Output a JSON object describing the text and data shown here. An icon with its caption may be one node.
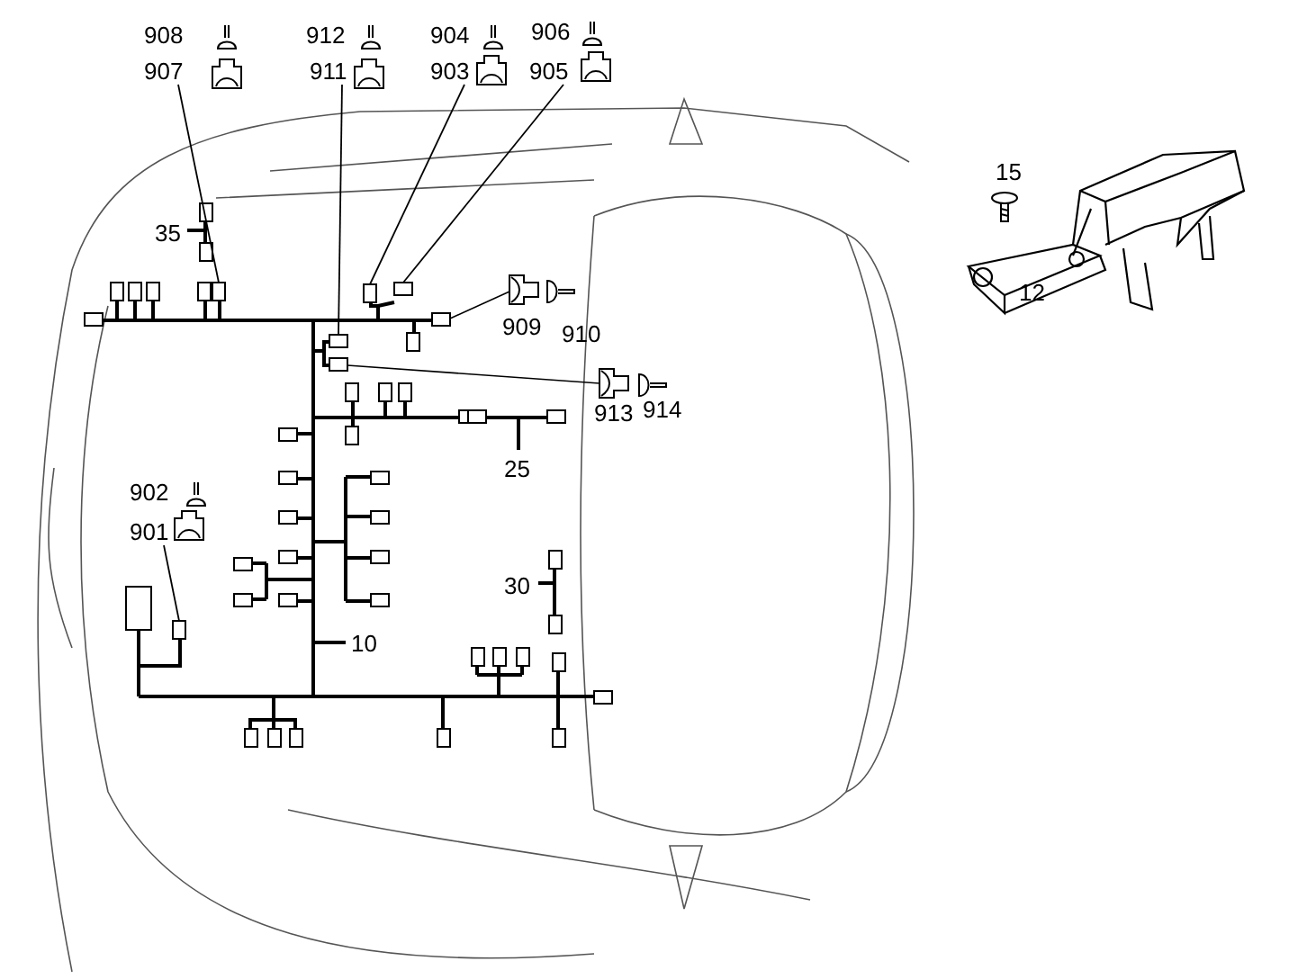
{
  "diagram": {
    "nodes": [
      {
        "text": [
          "907"
        ]
      },
      {
        "text": [
          "911"
        ]
      },
      {
        "text": [
          "903"
        ]
      },
      {
        "text": [
          "905"
        ]
      },
      {
        "text": [
          "901"
        ]
      },
      {
        "text": [],
        "shape": "box"
      },
      {
        "text": [],
        "shape": "box"
      },
      {
        "text": [],
        "shape": "box"
      },
      {
        "text": [],
        "shape": "box"
      },
      {
        "text": [],
        "shape": "box"
      }
    ],
    "edges": [
      {
        "from": 0,
        "to": 5,
        "arrow": "none"
      },
      {
        "from": 1,
        "to": 6,
        "arrow": "none"
      },
      {
        "from": 2,
        "to": 7,
        "arrow": "none"
      },
      {
        "from": 3,
        "to": 8,
        "arrow": "none"
      },
      {
        "from": 4,
        "to": 9,
        "arrow": "none"
      }
    ],
    "labels": [
      "908",
      "912",
      "904",
      "906",
      "15",
      "35",
      "909",
      "910",
      "12",
      "913",
      "914",
      "25",
      "902",
      "30",
      "10"
    ]
  }
}
